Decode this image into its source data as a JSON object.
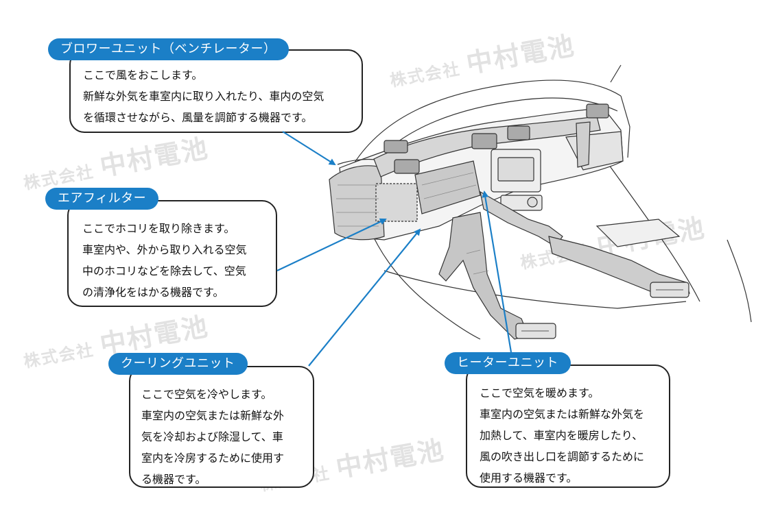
{
  "colors": {
    "accent": "#1b7fc7",
    "box_border": "#222222",
    "watermark": "#e2e2e2"
  },
  "watermark": {
    "prefix": "株式会社",
    "name": "中村電池"
  },
  "callouts": [
    {
      "title": "ブロワーユニット（ベンチレーター）",
      "lines": [
        "ここで風をおこします。",
        "新鮮な外気を車室内に取り入れたり、車内の空気",
        "を循環させながら、風量を調節する機器です。"
      ]
    },
    {
      "title": "エアフィルター",
      "lines": [
        "ここでホコリを取り除きます。",
        "車室内や、外から取り入れる空気",
        "中のホコリなどを除去して、空気",
        "の清浄化をはかる機器です。"
      ]
    },
    {
      "title": "クーリングユニット",
      "lines": [
        "ここで空気を冷やします。",
        "車室内の空気または新鮮な外",
        "気を冷却および除湿して、車",
        "室内を冷房するために使用す",
        "る機器です。"
      ]
    },
    {
      "title": "ヒーターユニット",
      "lines": [
        "ここで空気を暖めます。",
        "車室内の空気または新鮮な外気を",
        "加熱して、車室内を暖房したり、",
        "風の吹き出し口を調節するために",
        "使用する機器です。"
      ]
    }
  ]
}
